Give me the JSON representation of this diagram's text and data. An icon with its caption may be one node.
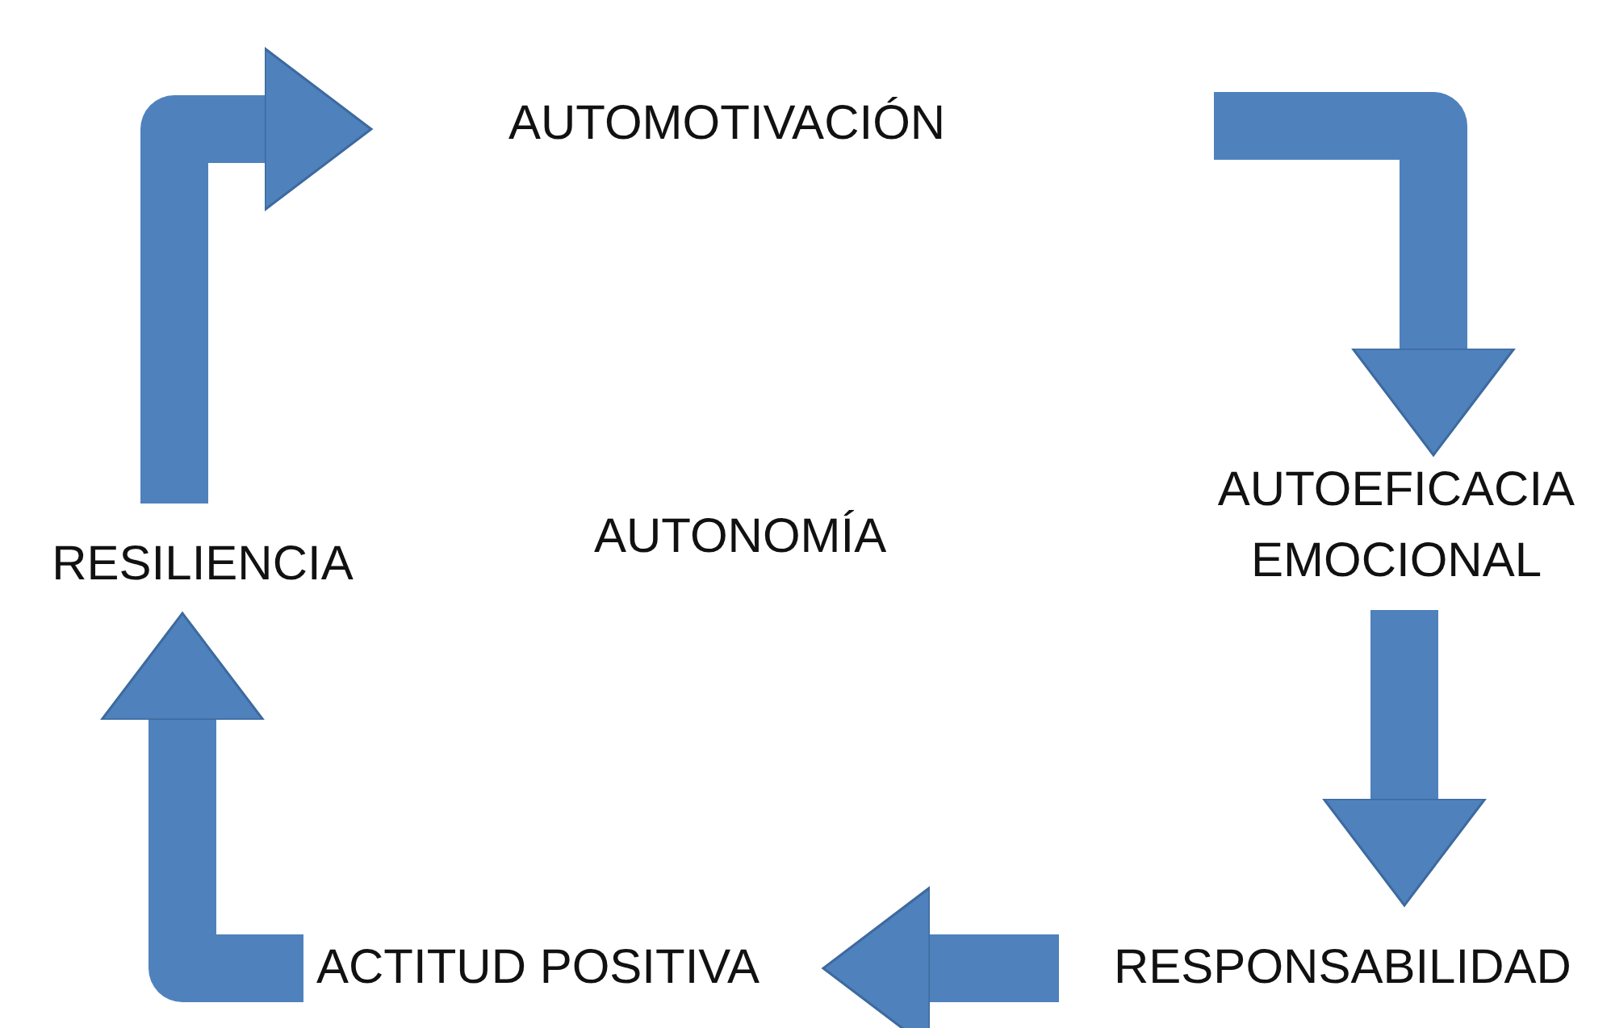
{
  "diagram": {
    "nodes": [
      {
        "text": [
          "AUTOMOTIVACIÓN"
        ]
      },
      {
        "text": [
          "AUTOEFICACIA EMOCIONAL"
        ]
      },
      {
        "text": [
          "RESPONSABILIDAD"
        ]
      },
      {
        "text": [
          "ACTITUD POSITIVA"
        ]
      },
      {
        "text": [
          "RESILIENCIA"
        ]
      }
    ],
    "edges": [
      {
        "from": 0,
        "to": 1,
        "arrow": "to"
      },
      {
        "from": 1,
        "to": 2,
        "arrow": "to"
      },
      {
        "from": 2,
        "to": 3,
        "arrow": "to"
      },
      {
        "from": 3,
        "to": 4,
        "arrow": "to"
      },
      {
        "from": 4,
        "to": 0,
        "arrow": "to"
      }
    ],
    "labels": [
      "AUTONOMÍA"
    ]
  }
}
